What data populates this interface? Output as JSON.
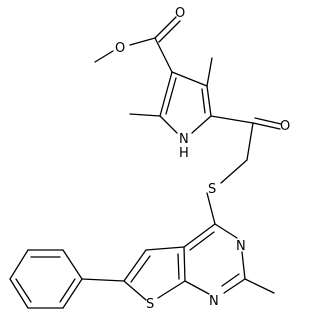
{
  "molecule": {
    "atoms": {
      "ester_o_methoxy": "O",
      "ester_o_carbonyl": "O",
      "pyrrole_nh": "N",
      "pyrrole_nh_h": "H",
      "ketone_o": "O",
      "thioether_s": "S",
      "pyrimidine_n_upper": "N",
      "pyrimidine_n_lower": "N",
      "thiophene_s": "S"
    }
  }
}
